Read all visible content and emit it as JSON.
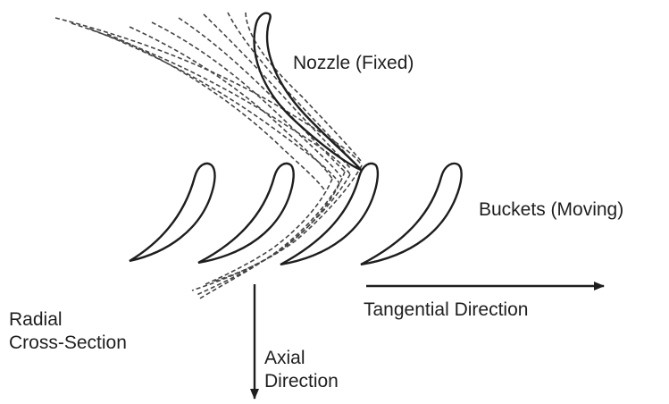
{
  "labels": {
    "nozzle": "Nozzle (Fixed)",
    "buckets": "Buckets (Moving)",
    "tangential": "Tangential Direction",
    "radial_line1": "Radial",
    "radial_line2": "Cross-Section",
    "axial_line1": "Axial",
    "axial_line2": "Direction"
  },
  "colors": {
    "ink": "#1e1e1e",
    "flow": "#444444",
    "background": "#ffffff"
  }
}
